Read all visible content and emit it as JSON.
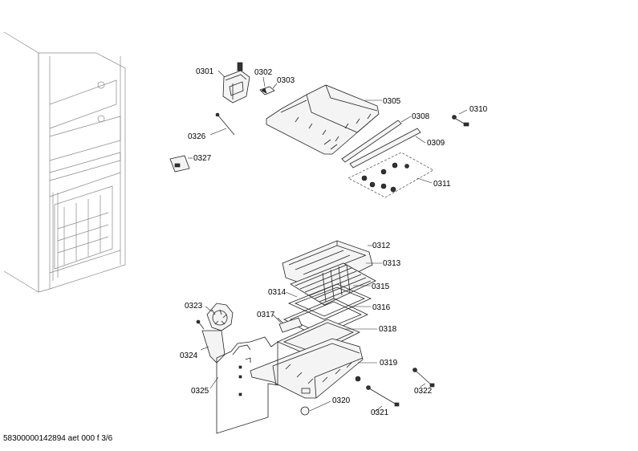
{
  "parts": [
    {
      "id": "p0301",
      "label": "0301"
    },
    {
      "id": "p0302",
      "label": "0302"
    },
    {
      "id": "p0303",
      "label": "0303"
    },
    {
      "id": "p0305",
      "label": "0305"
    },
    {
      "id": "p0308",
      "label": "0308"
    },
    {
      "id": "p0309",
      "label": "0309"
    },
    {
      "id": "p0310",
      "label": "0310"
    },
    {
      "id": "p0311",
      "label": "0311"
    },
    {
      "id": "p0326",
      "label": "0326"
    },
    {
      "id": "p0327",
      "label": "0327"
    },
    {
      "id": "p0312",
      "label": "0312"
    },
    {
      "id": "p0313",
      "label": "0313"
    },
    {
      "id": "p0314",
      "label": "0314"
    },
    {
      "id": "p0315",
      "label": "0315"
    },
    {
      "id": "p0316",
      "label": "0316"
    },
    {
      "id": "p0317",
      "label": "0317"
    },
    {
      "id": "p0318",
      "label": "0318"
    },
    {
      "id": "p0319",
      "label": "0319"
    },
    {
      "id": "p0320",
      "label": "0320"
    },
    {
      "id": "p0321",
      "label": "0321"
    },
    {
      "id": "p0322",
      "label": "0322"
    },
    {
      "id": "p0323",
      "label": "0323"
    },
    {
      "id": "p0324",
      "label": "0324"
    },
    {
      "id": "p0325",
      "label": "0325"
    }
  ],
  "footer": "58300000142894 aet 000 f 3/6"
}
